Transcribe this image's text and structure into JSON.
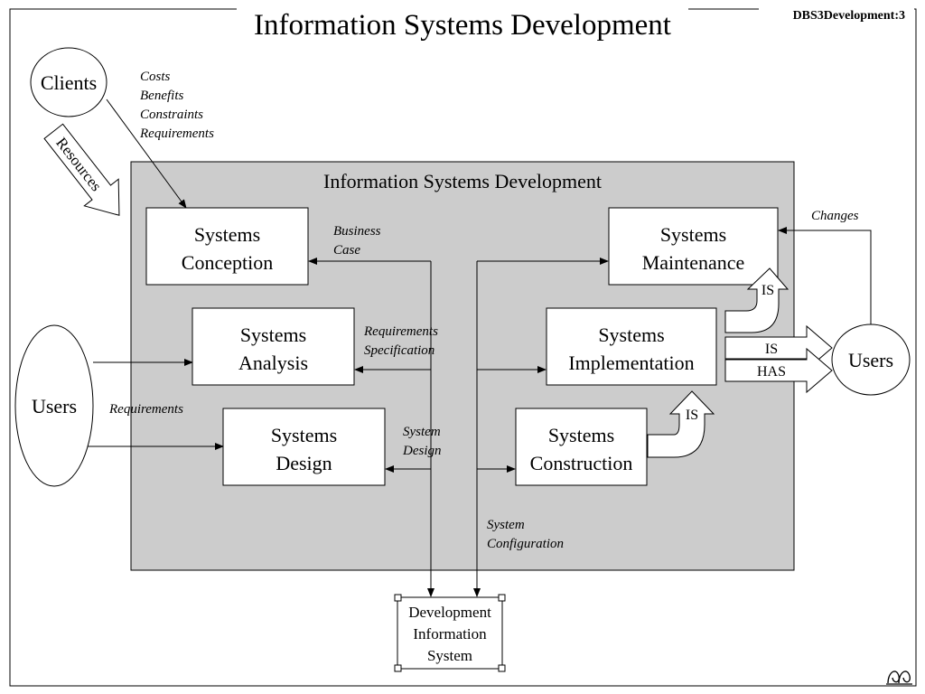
{
  "header": {
    "title": "Information Systems Development",
    "slide_id": "DBS3Development:3"
  },
  "panel": {
    "title": "Information Systems Development",
    "fill_color": "#cccccc"
  },
  "actors": {
    "clients": "Clients",
    "users_left": "Users",
    "users_right": "Users"
  },
  "resources_label": "Resources",
  "client_inputs": [
    "Costs",
    "Benefits",
    "Constraints",
    "Requirements"
  ],
  "phases": {
    "conception": [
      "Systems",
      "Conception"
    ],
    "analysis": [
      "Systems",
      "Analysis"
    ],
    "design": [
      "Systems",
      "Design"
    ],
    "maintenance": [
      "Systems",
      "Maintenance"
    ],
    "implementation": [
      "Systems",
      "Implementation"
    ],
    "construction": [
      "Systems",
      "Construction"
    ]
  },
  "flow_labels": {
    "business_case": [
      "Business",
      "Case"
    ],
    "requirements_specification": [
      "Requirements",
      "Specification"
    ],
    "system_design": [
      "System",
      "Design"
    ],
    "requirements": "Requirements",
    "system_configuration": [
      "System",
      "Configuration"
    ],
    "changes": "Changes"
  },
  "outputs": {
    "is_construction": "IS",
    "is_maintenance": "IS",
    "is_delivered": "IS",
    "has_delivered": "HAS"
  },
  "repository": [
    "Development",
    "Information",
    "System"
  ],
  "logo_icon": "logo-icon"
}
